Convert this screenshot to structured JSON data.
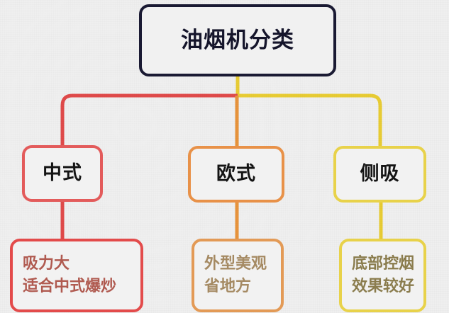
{
  "diagram": {
    "title": "油烟机分类",
    "type": "tree-chart",
    "background_color": "#efefef",
    "root": {
      "label": "油烟机分类",
      "border_color": "#1a1a33",
      "text_color": "#15152b"
    },
    "branches": [
      {
        "id": "chinese",
        "label": "中式",
        "border_color": "#e35b5b",
        "connector_color": "#e04a4a",
        "text_color": "#141414",
        "leaf": {
          "lines": [
            "吸力大",
            "适合中式爆炒"
          ],
          "border_color": "#e34b4b",
          "text_color": "#b05a50"
        }
      },
      {
        "id": "european",
        "label": "欧式",
        "border_color": "#e89148",
        "connector_color": "#e8943c",
        "text_color": "#141414",
        "leaf": {
          "lines": [
            "外型美观",
            "省地方"
          ],
          "border_color": "#e39a56",
          "text_color": "#a58a63"
        }
      },
      {
        "id": "side-suction",
        "label": "侧吸",
        "border_color": "#e8d24a",
        "connector_color": "#e8cc33",
        "text_color": "#141414",
        "leaf": {
          "lines": [
            "底部控烟",
            "效果较好"
          ],
          "border_color": "#e8d24a",
          "text_color": "#8a7c4d"
        }
      }
    ]
  }
}
